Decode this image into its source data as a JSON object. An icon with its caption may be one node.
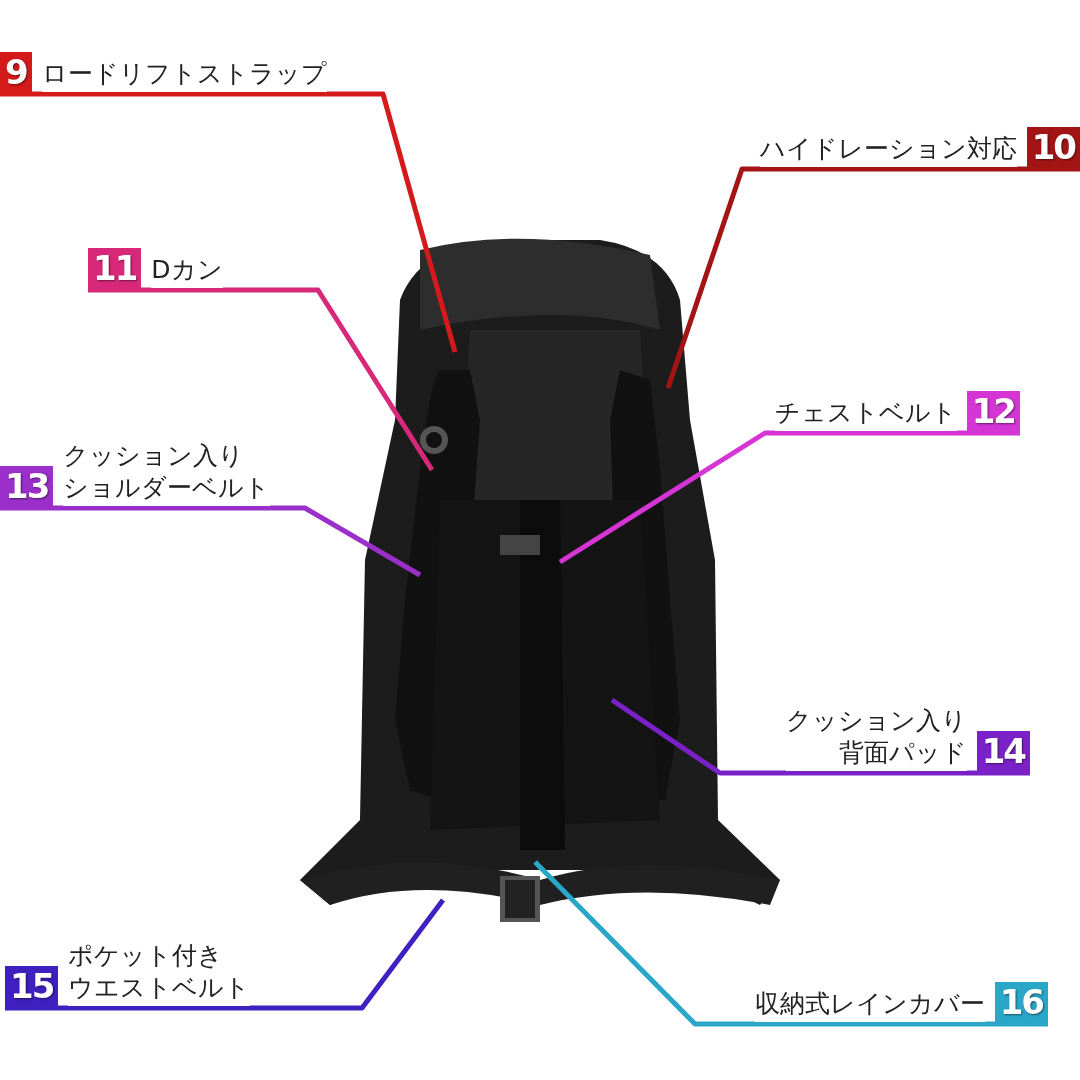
{
  "diagram": {
    "nodes": [
      {
        "text": [
          "9",
          "ロードリフトストラップ"
        ]
      },
      {
        "text": [
          "ハイドレーション対応",
          "10"
        ]
      },
      {
        "text": [
          "11",
          "Dカン"
        ]
      },
      {
        "text": [
          "チェストベルト",
          "12"
        ]
      },
      {
        "text": [
          "13",
          "クッション入りショルダーベルト"
        ]
      },
      {
        "text": [
          "クッション入り背面パッド",
          "14"
        ]
      },
      {
        "text": [
          "15",
          "ポケット付きウエストベルト"
        ]
      },
      {
        "text": [
          "収納式レインカバー",
          "16"
        ]
      }
    ],
    "edges": [
      {
        "from": 0,
        "to": null,
        "arrow": "none",
        "color": "#d41a1a"
      },
      {
        "from": 1,
        "to": null,
        "arrow": "none",
        "color": "#a31515"
      },
      {
        "from": 2,
        "to": null,
        "arrow": "none",
        "color": "#d8287a"
      },
      {
        "from": 3,
        "to": null,
        "arrow": "none",
        "color": "#d535d5"
      },
      {
        "from": 4,
        "to": null,
        "arrow": "none",
        "color": "#9b2fc9"
      },
      {
        "from": 5,
        "to": null,
        "arrow": "none",
        "color": "#7a22c8"
      },
      {
        "from": 6,
        "to": null,
        "arrow": "none",
        "color": "#3e1fc0"
      },
      {
        "from": 7,
        "to": null,
        "arrow": "none",
        "color": "#2aa6c8"
      }
    ]
  }
}
